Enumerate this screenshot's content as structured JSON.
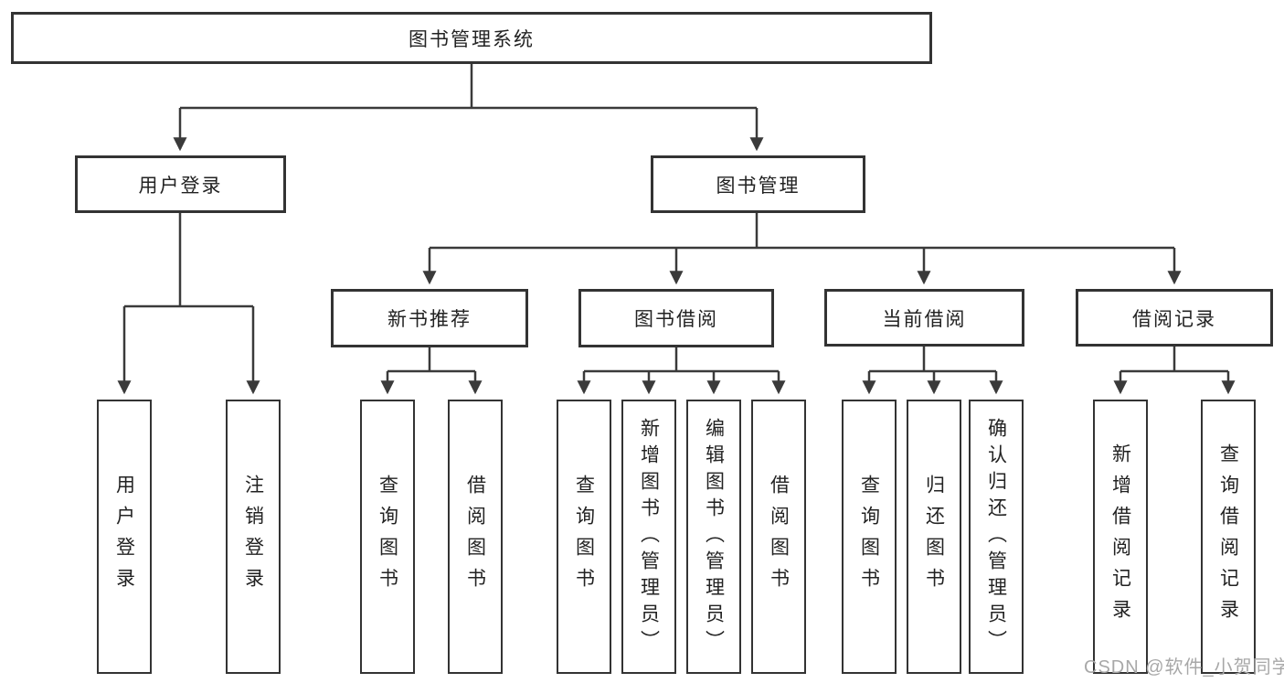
{
  "tree": {
    "label": "图书管理系统",
    "children": [
      {
        "label": "用户登录",
        "children": [
          {
            "label": "用户登录"
          },
          {
            "label": "注销登录"
          }
        ]
      },
      {
        "label": "图书管理",
        "children": [
          {
            "label": "新书推荐",
            "children": [
              {
                "label": "查询图书"
              },
              {
                "label": "借阅图书"
              }
            ]
          },
          {
            "label": "图书借阅",
            "children": [
              {
                "label": "查询图书"
              },
              {
                "label": "新增图书（管理员）"
              },
              {
                "label": "编辑图书（管理员）"
              },
              {
                "label": "借阅图书"
              }
            ]
          },
          {
            "label": "当前借阅",
            "children": [
              {
                "label": "查询图书"
              },
              {
                "label": "归还图书"
              },
              {
                "label": "确认归还（管理员）"
              }
            ]
          },
          {
            "label": "借阅记录",
            "children": [
              {
                "label": "新增借阅记录"
              },
              {
                "label": "查询借阅记录"
              }
            ]
          }
        ]
      }
    ]
  },
  "watermark": "CSDN @软件_小贺同学",
  "colors": {
    "line": "#3a3a3a",
    "border": "#333333",
    "text": "#222222",
    "watermark": "#a8a8a8",
    "background": "#ffffff"
  }
}
